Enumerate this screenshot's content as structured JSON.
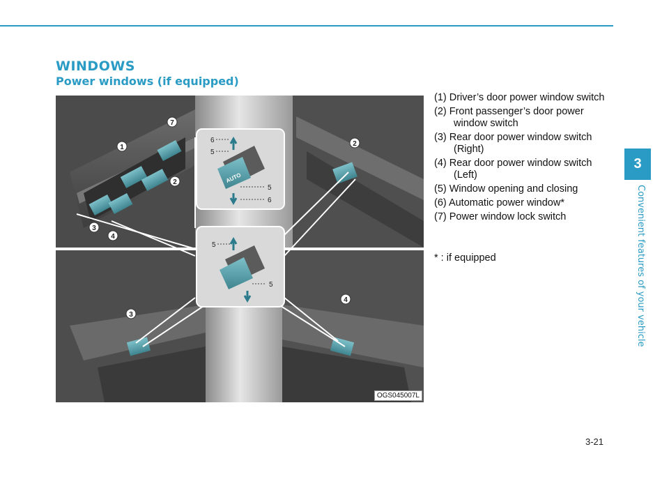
{
  "section_title": "WINDOWS",
  "subsection_title": "Power windows (if equipped)",
  "figure": {
    "code": "OGS045007L",
    "callouts": {
      "c1": "1",
      "c2": "2",
      "c3": "3",
      "c4": "4",
      "c7": "7",
      "c2b": "2",
      "c3b": "3",
      "c4b": "4"
    },
    "inset_top": {
      "up_far": "6",
      "up_near": "5",
      "down_near": "5",
      "down_far": "6",
      "switch_label": "AUTO"
    },
    "inset_bottom": {
      "up": "5",
      "down": "5"
    }
  },
  "legend": [
    "(1) Driver’s door power window switch",
    "(2) Front passenger’s door power window switch",
    "(3) Rear door power window switch (Right)",
    "(4) Rear door power window switch (Left)",
    "(5) Window opening and closing",
    "(6) Automatic power window*",
    "(7) Power window lock switch"
  ],
  "footnote": "* : if equipped",
  "chapter": {
    "number": "3",
    "title": "Convenient features of your vehicle"
  },
  "page_number": "3-21",
  "colors": {
    "accent": "#2a9bc4",
    "switch": "#5aa4b0"
  }
}
